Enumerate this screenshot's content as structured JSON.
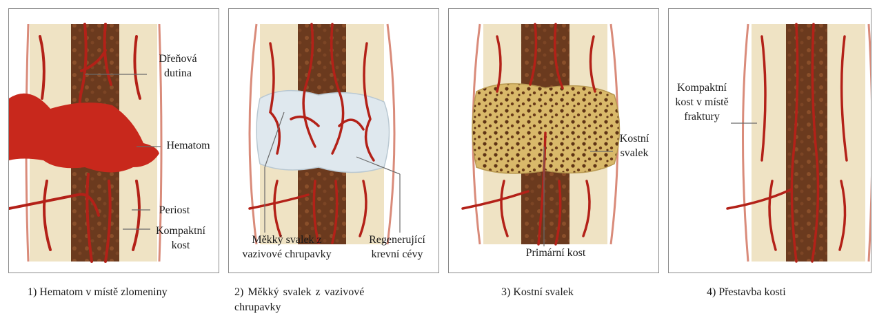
{
  "panels": [
    {
      "caption": "1) Hematom v místě zlomeniny",
      "labels": {
        "dren_dutina": "Dřeňová\ndutina",
        "hematom": "Hematom",
        "periost": "Periost",
        "kompaktni_kost": "Kompaktní\nkost"
      }
    },
    {
      "caption": "2)  Měkký  svalek  z  vazivové\nchrupavky",
      "labels": {
        "mekky_svalek": "Měkký svalek z\nvazivové chrupavky",
        "regenerujici": "Regenerující\nkrevní cévy"
      }
    },
    {
      "caption": "3) Kostní svalek",
      "labels": {
        "kostni_svalek": "Kostní\nsvalek",
        "primarni_kost": "Primární kost"
      }
    },
    {
      "caption": "4) Přestavba kosti",
      "labels": {
        "kompaktni_fraktura": "Kompaktní\nkost v místě\nfraktury"
      }
    }
  ],
  "colors": {
    "marrow": "#6b3a1e",
    "cortex": "#efe3c4",
    "vessel": "#b32118",
    "hematoma": "#c8281c",
    "soft_callus": "#dfe8ee",
    "bony_callus": "#d9b96a",
    "frame": "#8a8a8a"
  }
}
